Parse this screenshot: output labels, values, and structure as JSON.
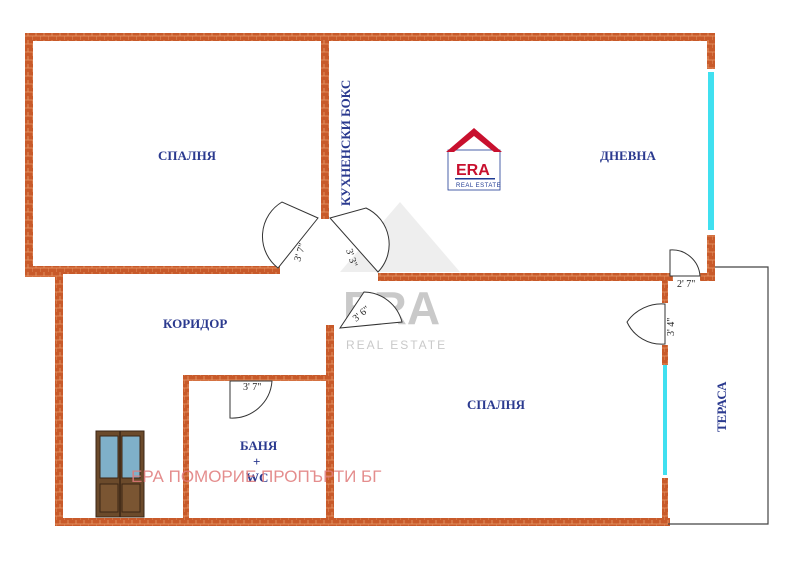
{
  "rooms": {
    "bedroom_1": "СПАЛНЯ",
    "kitchen_box": "КУХНЕНСКИ БОКС",
    "living": "ДНЕВНА",
    "corridor": "КОРИДОР",
    "bathroom_line1": "БАНЯ",
    "bathroom_line2": "+",
    "bathroom_line3": "WC",
    "bedroom_2": "СПАЛНЯ",
    "terrace": "ТЕРАСА"
  },
  "dimensions": {
    "door_bedroom_1": "3' 7\"",
    "door_kitchen": "3' 3\"",
    "door_corridor": "3' 6\"",
    "door_bathroom": "3' 7\"",
    "door_living_terrace": "2' 7\"",
    "door_bedroom_2": "3' 4\""
  },
  "logo": {
    "brand": "ERA",
    "tagline": "REAL ESTATE",
    "color_red": "#c8102e",
    "color_blue": "#1f3a93"
  },
  "watermark": {
    "brand": "ERA",
    "tagline": "REAL ESTATE",
    "agency": "ЕРА ПОМОРИЕ ПРОПЪРТИ БГ"
  },
  "colors": {
    "wall": "#c85a2a",
    "window": "#40e0f0",
    "label": "#2b3a8f"
  }
}
